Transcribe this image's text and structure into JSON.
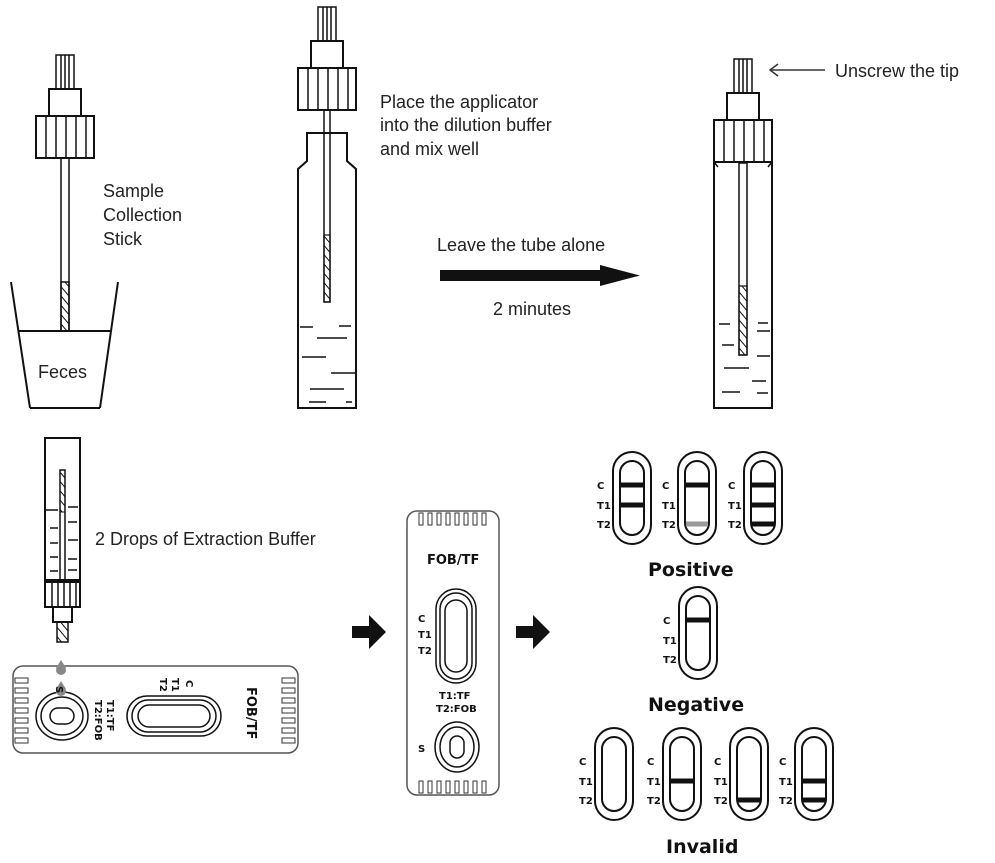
{
  "steps": {
    "collection_label": [
      "Sample",
      "Collection",
      "Stick"
    ],
    "container_label": "Feces",
    "place_label": [
      "Place the applicator",
      "into the dilution buffer",
      "and mix well"
    ],
    "wait_label_top": "Leave the tube alone",
    "wait_label_bottom": "2 minutes",
    "unscrew_label": "Unscrew the tip",
    "drops_label": "2 Drops of Extraction Buffer"
  },
  "cassette": {
    "title": "FOB/TF",
    "line_labels": [
      "C",
      "T1",
      "T2"
    ],
    "legend": [
      "T1:TF",
      "T2:FOB"
    ],
    "sample_label": "S"
  },
  "results": {
    "line_labels": [
      "C",
      "T1",
      "T2"
    ],
    "positive": {
      "title": "Positive",
      "strips": [
        {
          "C": "solid",
          "T1": "solid",
          "T2": "none"
        },
        {
          "C": "solid",
          "T1": "none",
          "T2": "faint"
        },
        {
          "C": "solid",
          "T1": "solid",
          "T2": "solid"
        }
      ]
    },
    "negative": {
      "title": "Negative",
      "strips": [
        {
          "C": "solid",
          "T1": "none",
          "T2": "none"
        }
      ]
    },
    "invalid": {
      "title": "Invalid",
      "strips": [
        {
          "C": "none",
          "T1": "none",
          "T2": "none"
        },
        {
          "C": "none",
          "T1": "solid",
          "T2": "none"
        },
        {
          "C": "none",
          "T1": "none",
          "T2": "solid"
        },
        {
          "C": "none",
          "T1": "solid",
          "T2": "solid"
        }
      ]
    }
  },
  "colors": {
    "line": "#111111",
    "faint_line": "#999999"
  }
}
